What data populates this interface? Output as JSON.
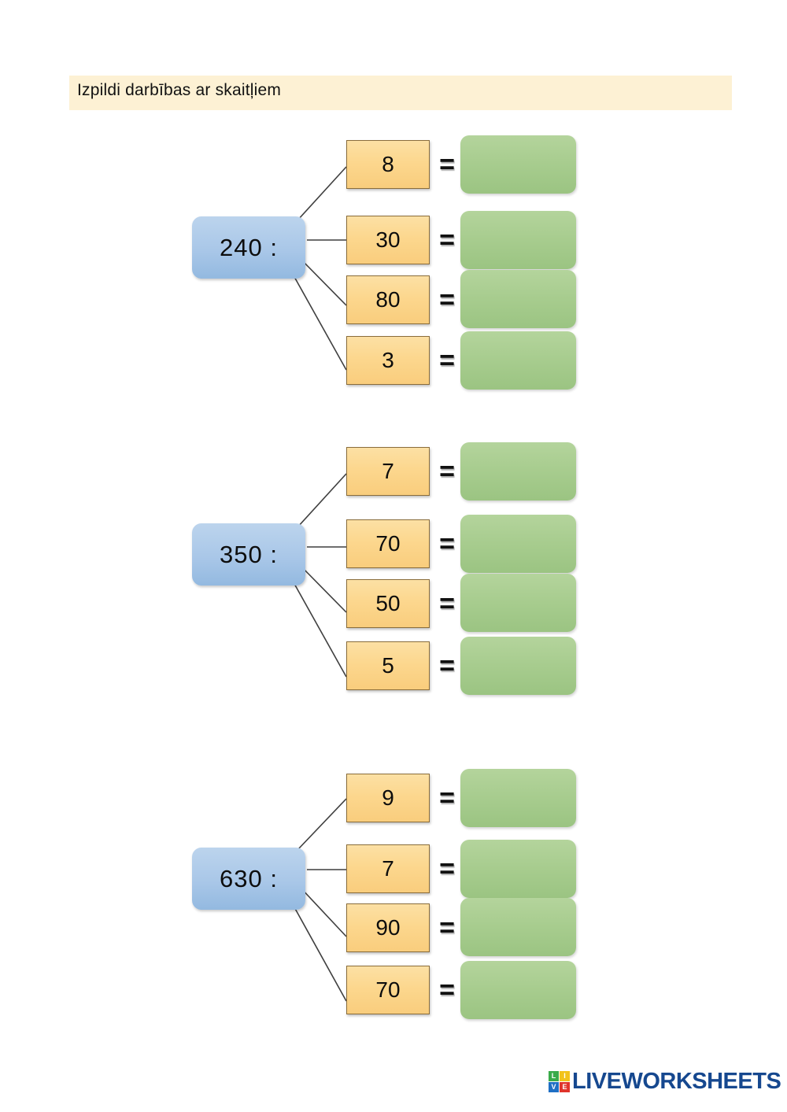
{
  "page": {
    "title": "Izpildi darbības ar skaitļiem",
    "equals_symbol": "=",
    "colors": {
      "header_band": "#fdf1d4",
      "dividend_blue": "#a9c7e8",
      "divisor_orange": "#fcd78e",
      "answer_green": "#a7cc8e",
      "logo_blue": "#16488f"
    }
  },
  "exercises": [
    {
      "dividend": "240 :",
      "rows": [
        {
          "divisor": "8",
          "equals": "=",
          "answer": ""
        },
        {
          "divisor": "30",
          "equals": "=",
          "answer": ""
        },
        {
          "divisor": "80",
          "equals": "=",
          "answer": ""
        },
        {
          "divisor": "3",
          "equals": "=",
          "answer": ""
        }
      ]
    },
    {
      "dividend": "350 :",
      "rows": [
        {
          "divisor": "7",
          "equals": "=",
          "answer": ""
        },
        {
          "divisor": "70",
          "equals": "=",
          "answer": ""
        },
        {
          "divisor": "50",
          "equals": "=",
          "answer": ""
        },
        {
          "divisor": "5",
          "equals": "=",
          "answer": ""
        }
      ]
    },
    {
      "dividend": "630 :",
      "rows": [
        {
          "divisor": "9",
          "equals": "=",
          "answer": ""
        },
        {
          "divisor": "7",
          "equals": "=",
          "answer": ""
        },
        {
          "divisor": "90",
          "equals": "=",
          "answer": ""
        },
        {
          "divisor": "70",
          "equals": "=",
          "answer": ""
        }
      ]
    }
  ],
  "footer": {
    "logo_letters": [
      "L",
      "I",
      "V",
      "E"
    ],
    "logo_text": "LIVEWORKSHEETS"
  }
}
